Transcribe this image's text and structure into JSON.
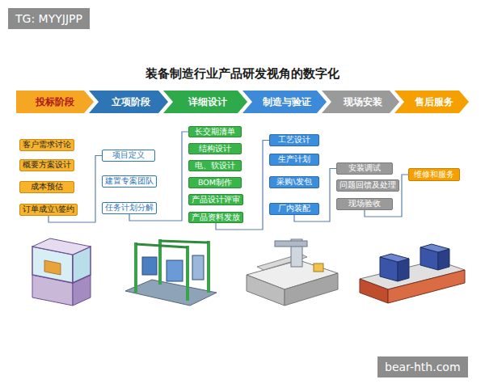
{
  "diagram": {
    "title": "装备制造行业产品研发视角的数字化",
    "nodes": [
      {
        "text": [
          "投标阶段"
        ]
      },
      {
        "text": [
          "立项阶段"
        ]
      },
      {
        "text": [
          "详细设计"
        ]
      },
      {
        "text": [
          "制造与验证"
        ]
      },
      {
        "text": [
          "现场安装"
        ]
      },
      {
        "text": [
          "售后服务"
        ]
      },
      {
        "text": [
          "客户需求讨论"
        ]
      },
      {
        "text": [
          "概要方案设计"
        ]
      },
      {
        "text": [
          "成本预估"
        ]
      },
      {
        "text": [
          "订单成立\\签约"
        ]
      },
      {
        "text": [
          "项目定义"
        ]
      },
      {
        "text": [
          "建置专案团队"
        ]
      },
      {
        "text": [
          "任务计划分解"
        ]
      },
      {
        "text": [
          "长交期清单"
        ]
      },
      {
        "text": [
          "结构设计"
        ]
      },
      {
        "text": [
          "电、软设计"
        ]
      },
      {
        "text": [
          "BOM制作"
        ]
      },
      {
        "text": [
          "产品设计评审"
        ]
      },
      {
        "text": [
          "产品资料发放"
        ]
      },
      {
        "text": [
          "工艺设计"
        ]
      },
      {
        "text": [
          "生产计划"
        ]
      },
      {
        "text": [
          "采购\\发包"
        ]
      },
      {
        "text": [
          "厂内装配"
        ]
      },
      {
        "text": [
          "安装调试"
        ]
      },
      {
        "text": [
          "问题回馈及处理"
        ]
      },
      {
        "text": [
          "现场验收"
        ]
      },
      {
        "text": [
          "维修和服务"
        ]
      }
    ],
    "edges": [
      {
        "from": 9,
        "to": 10,
        "arrow": "none"
      },
      {
        "from": 12,
        "to": 13,
        "arrow": "none"
      },
      {
        "from": 18,
        "to": 19,
        "arrow": "none"
      },
      {
        "from": 22,
        "to": 23,
        "arrow": "none"
      },
      {
        "from": 25,
        "to": 26,
        "arrow": "none"
      }
    ],
    "labels": [
      "TG: MYYJJPP",
      "bear-hth.com"
    ]
  }
}
